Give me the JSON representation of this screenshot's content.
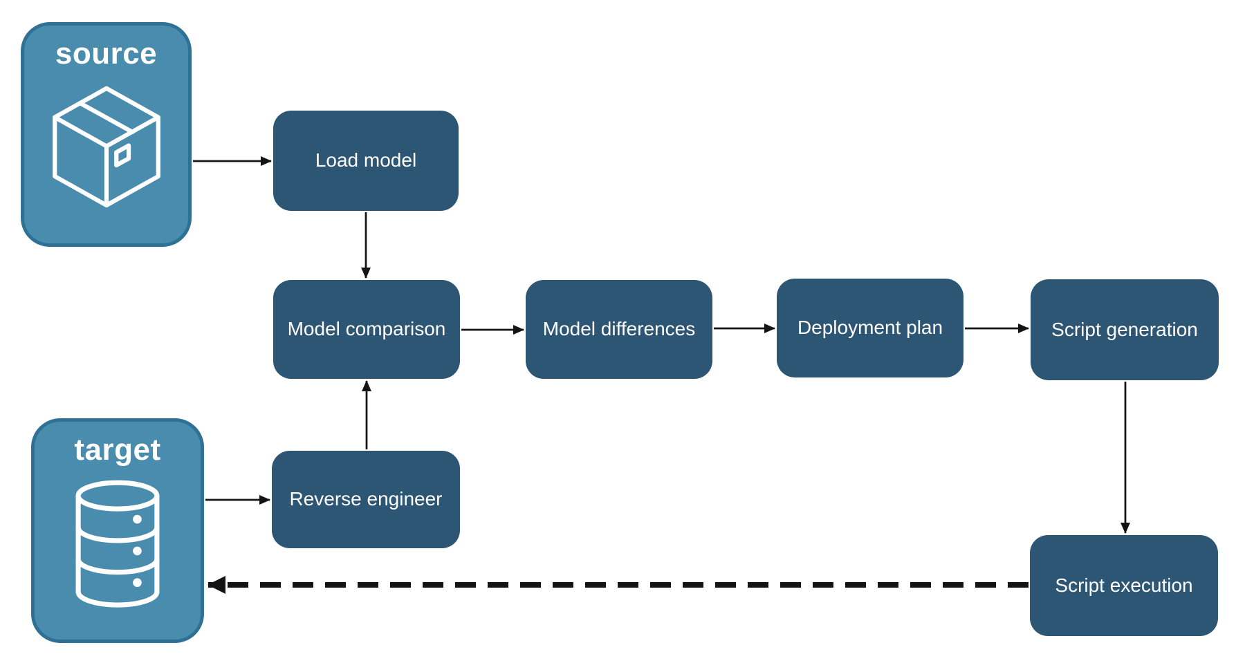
{
  "diagram": {
    "endpoints": {
      "source": {
        "label": "source",
        "icon": "package-icon"
      },
      "target": {
        "label": "target",
        "icon": "database-icon"
      }
    },
    "nodes": {
      "load_model": {
        "label": "Load model"
      },
      "model_comparison": {
        "label": "Model comparison"
      },
      "model_differences": {
        "label": "Model differences"
      },
      "deployment_plan": {
        "label": "Deployment plan"
      },
      "script_generation": {
        "label": "Script generation"
      },
      "reverse_engineer": {
        "label": "Reverse engineer"
      },
      "script_execution": {
        "label": "Script execution"
      }
    },
    "edges": [
      {
        "from": "source",
        "to": "load_model",
        "style": "solid"
      },
      {
        "from": "load_model",
        "to": "model_comparison",
        "style": "solid"
      },
      {
        "from": "target",
        "to": "reverse_engineer",
        "style": "solid"
      },
      {
        "from": "reverse_engineer",
        "to": "model_comparison",
        "style": "solid"
      },
      {
        "from": "model_comparison",
        "to": "model_differences",
        "style": "solid"
      },
      {
        "from": "model_differences",
        "to": "deployment_plan",
        "style": "solid"
      },
      {
        "from": "deployment_plan",
        "to": "script_generation",
        "style": "solid"
      },
      {
        "from": "script_generation",
        "to": "script_execution",
        "style": "solid"
      },
      {
        "from": "script_execution",
        "to": "target",
        "style": "dashed"
      }
    ],
    "colors": {
      "node_fill": "#2D5574",
      "node_text": "#FFFFFF",
      "endpoint_fill": "#4A8CAD",
      "endpoint_border": "#2F7195",
      "arrow": "#141414",
      "background": "#FFFFFF"
    }
  }
}
